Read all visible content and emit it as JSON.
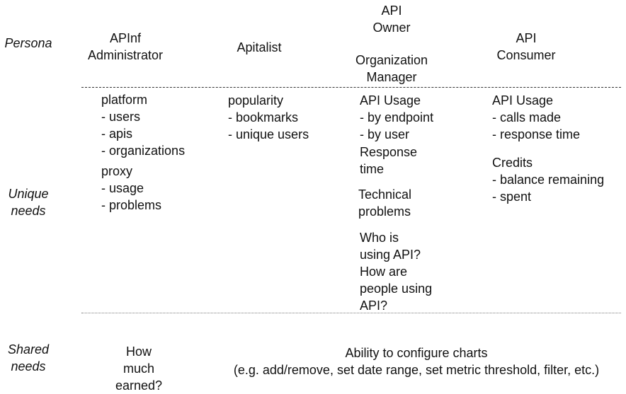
{
  "rows": {
    "persona": "Persona",
    "unique": "Unique\nneeds",
    "shared": "Shared\nneeds"
  },
  "personas": {
    "apinf_admin": "APInf\nAdministrator",
    "apitalist": "Apitalist",
    "api_owner": "API\nOwner",
    "org_manager": "Organization\nManager",
    "api_consumer": "API\nConsumer"
  },
  "needs": {
    "admin_platform": "platform\n- users\n- apis\n- organizations",
    "admin_proxy": "proxy\n- usage\n- problems",
    "apitalist": "popularity\n- bookmarks\n- unique users",
    "owner_usage": "API Usage\n- by endpoint\n- by user",
    "owner_response": "Response\ntime",
    "owner_technical": "Technical\nproblems",
    "owner_who": "Who is\nusing API?\nHow are\npeople using\nAPI?",
    "consumer_usage": "API Usage\n- calls made\n- response time",
    "consumer_credits": "Credits\n- balance remaining\n- spent"
  },
  "shared": {
    "admin": "How\nmuch\nearned?",
    "others": "Ability to configure charts\n(e.g. add/remove, set date range, set metric threshold, filter, etc.)"
  }
}
